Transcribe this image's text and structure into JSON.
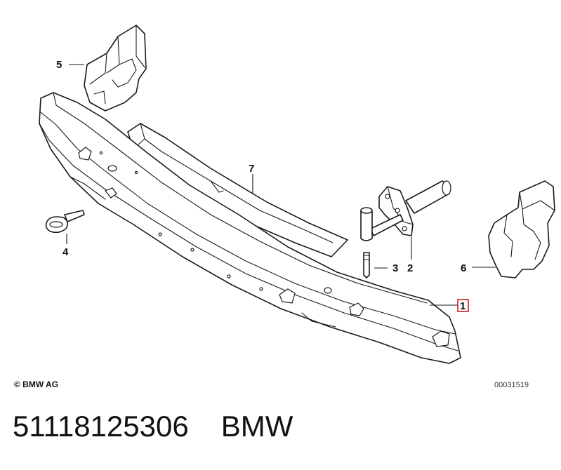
{
  "callouts": {
    "c1": "1",
    "c2": "2",
    "c3": "3",
    "c4": "4",
    "c5": "5",
    "c6": "6",
    "c7": "7"
  },
  "highlight_color": "#d21e1e",
  "footer": {
    "copyright": "© BMW AG",
    "reference_number": "00031519"
  },
  "caption": {
    "part_number": "51118125306",
    "brand": "BMW"
  }
}
